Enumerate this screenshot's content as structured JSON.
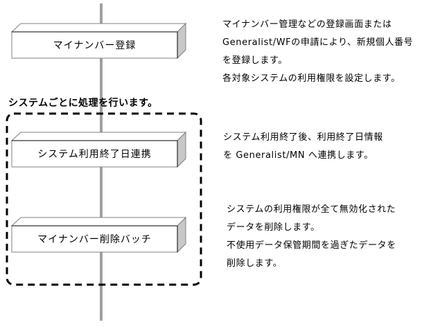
{
  "diagram": {
    "colors": {
      "spine": "#a0a0a0",
      "box_face": "#ffffff",
      "box_side": "#c8c8c8",
      "box_edge": "#808080",
      "box_front_edge": "#000000",
      "group_border": "#000000"
    },
    "group_heading": "システムごとに処理を行います。",
    "steps": [
      {
        "label": "マイナンバー登録",
        "description": [
          "マイナンバー管理などの登録画面または",
          "Generalist/WFの申請により、新規個人番号",
          "を登録します。",
          "各対象システムの利用権限を設定します。"
        ]
      },
      {
        "label": "システム利用終了日連携",
        "description": [
          "システム利用終了後、利用終了日情報",
          "を Generalist/MN へ連携します。"
        ]
      },
      {
        "label": "マイナンバー削除バッチ",
        "description": [
          "システムの利用権限が全て無効化された",
          "データを削除します。",
          " 不使用データ保管期間を過ぎたデータを",
          " 削除します。"
        ]
      }
    ]
  }
}
